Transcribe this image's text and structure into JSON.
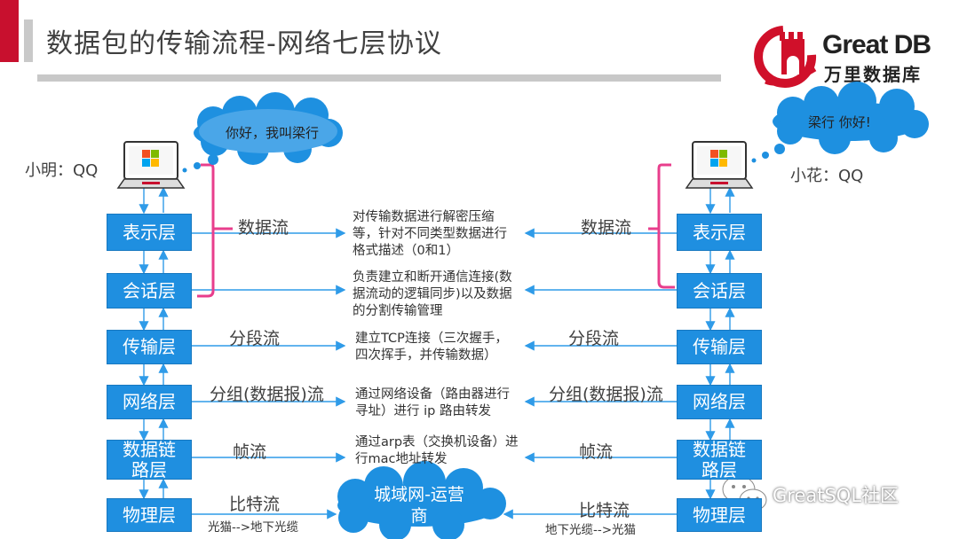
{
  "title": "数据包的传输流程-网络七层协议",
  "logo": {
    "brand": "Great DB",
    "brand_cn": "万里数据库"
  },
  "left": {
    "person": "小明：QQ",
    "bubble": "你好，我叫梁行",
    "layers": [
      "表示层",
      "会话层",
      "传输层",
      "网络层",
      "数据链路层",
      "物理层"
    ],
    "flows": [
      "数据流",
      "分段流",
      "分组(数据报)流",
      "帧流",
      "比特流"
    ],
    "phys_sub": "光猫-->地下光缆"
  },
  "right": {
    "person": "小花：QQ",
    "bubble": "梁行 你好!",
    "layers": [
      "表示层",
      "会话层",
      "传输层",
      "网络层",
      "数据链路层",
      "物理层"
    ],
    "flows": [
      "数据流",
      "分段流",
      "分组(数据报)流",
      "帧流",
      "比特流"
    ],
    "phys_sub": "地下光缆-->光猫"
  },
  "descriptions": [
    "对传输数据进行解密压缩等，针对不同类型数据进行格式描述（0和1）",
    "负责建立和断开通信连接(数据流动的逻辑同步)以及数据的分割传输管理",
    "建立TCP连接（三次握手，四次挥手，并传输数据）",
    "通过网络设备（路由器进行寻址）进行 ip 路由转发",
    "通过arp表（交换机设备）进行mac地址转发"
  ],
  "isp": "城域网-运营商",
  "watermark": "GreatSQL社区",
  "colors": {
    "accent_red": "#c8102e",
    "layer_blue": "#1f8fe0",
    "arrow_blue": "#2f9be8",
    "brace_pink": "#e83e8c",
    "cloud_blue": "#1e90e0"
  },
  "icons": [
    "laptop-icon",
    "windows-logo-icon",
    "wechat-icon",
    "great-wall-logo-icon"
  ]
}
